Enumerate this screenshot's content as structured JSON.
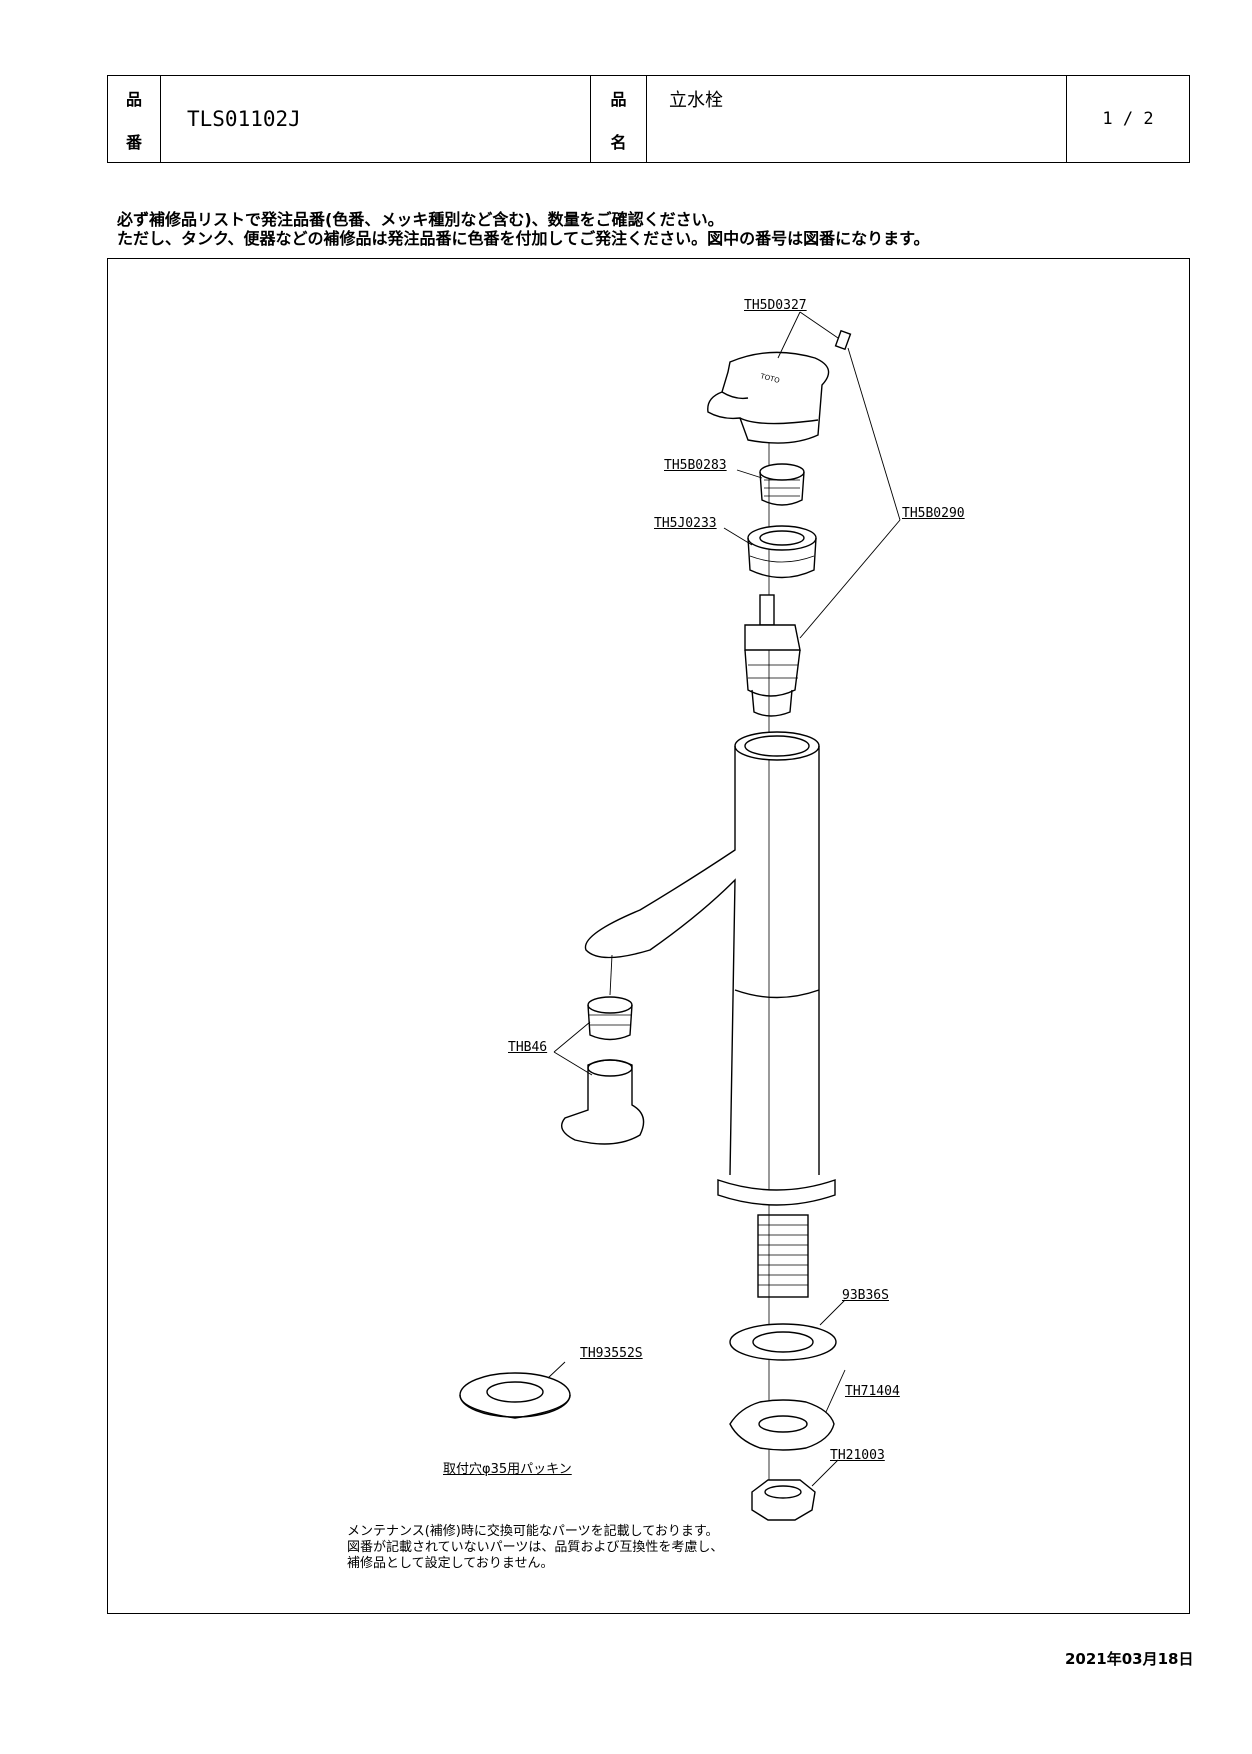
{
  "header": {
    "part_no_label": [
      "品",
      "番"
    ],
    "part_no": "TLS01102J",
    "name_label": [
      "品",
      "名"
    ],
    "name": "立水栓",
    "page": "1 / 2"
  },
  "notice": [
    "必ず補修品リストで発注品番(色番、メッキ種別など含む)、数量をご確認ください。",
    "ただし、タンク、便器などの補修品は発注品番に色番を付加してご発注ください。図中の番号は図番になります。"
  ],
  "parts": {
    "handle": "TH5D0327",
    "cap": "TH5B0283",
    "nut": "TH5J0233",
    "cartridge": "TH5B0290",
    "aerator": "THB46",
    "washer": "93B36S",
    "packing": "TH93552S",
    "spring_washer": "TH71404",
    "lock_nut": "TH21003"
  },
  "packing_caption": "取付穴φ35用パッキン",
  "maintenance_note": [
    "メンテナンス(補修)時に交換可能なパーツを記載しております。",
    "図番が記載されていないパーツは、品質および互換性を考慮し、",
    "補修品として設定しておりません。"
  ],
  "date": "2021年03月18日"
}
